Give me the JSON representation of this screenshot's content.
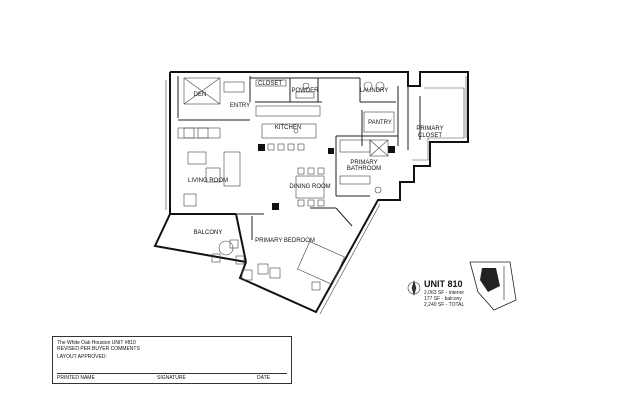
{
  "rooms": {
    "den": "DEN",
    "closet": "CLOSET",
    "powder": "POWDER",
    "laundry": "LAUNDRY",
    "entry": "ENTRY",
    "pantry": "PANTRY",
    "kitchen": "KITCHEN",
    "primary_closet_1": "PRIMARY",
    "primary_closet_2": "CLOSET",
    "living_room": "LIVING ROOM",
    "dining_room": "DINING ROOM",
    "primary_bath_1": "PRIMARY",
    "primary_bath_2": "BATHROOM",
    "balcony": "BALCONY",
    "primary_bedroom": "PRIMARY BEDROOM"
  },
  "unit": {
    "title": "UNIT 810",
    "interior": "2,063 SF - interior",
    "balcony": "177 SF - balcony",
    "total": "2,240 SF - TOTAL"
  },
  "title_block": {
    "line1": "The White Oak Houston UNIT #810",
    "line2": "REVISED PER BUYER COMMENTS",
    "line3": "LAYOUT APPROVED:",
    "printed_name": "PRINTED NAME",
    "signature": "SIGNATURE",
    "date": "DATE"
  },
  "colors": {
    "wall": "#111111",
    "line": "#444444",
    "key_fill": "#222222"
  }
}
